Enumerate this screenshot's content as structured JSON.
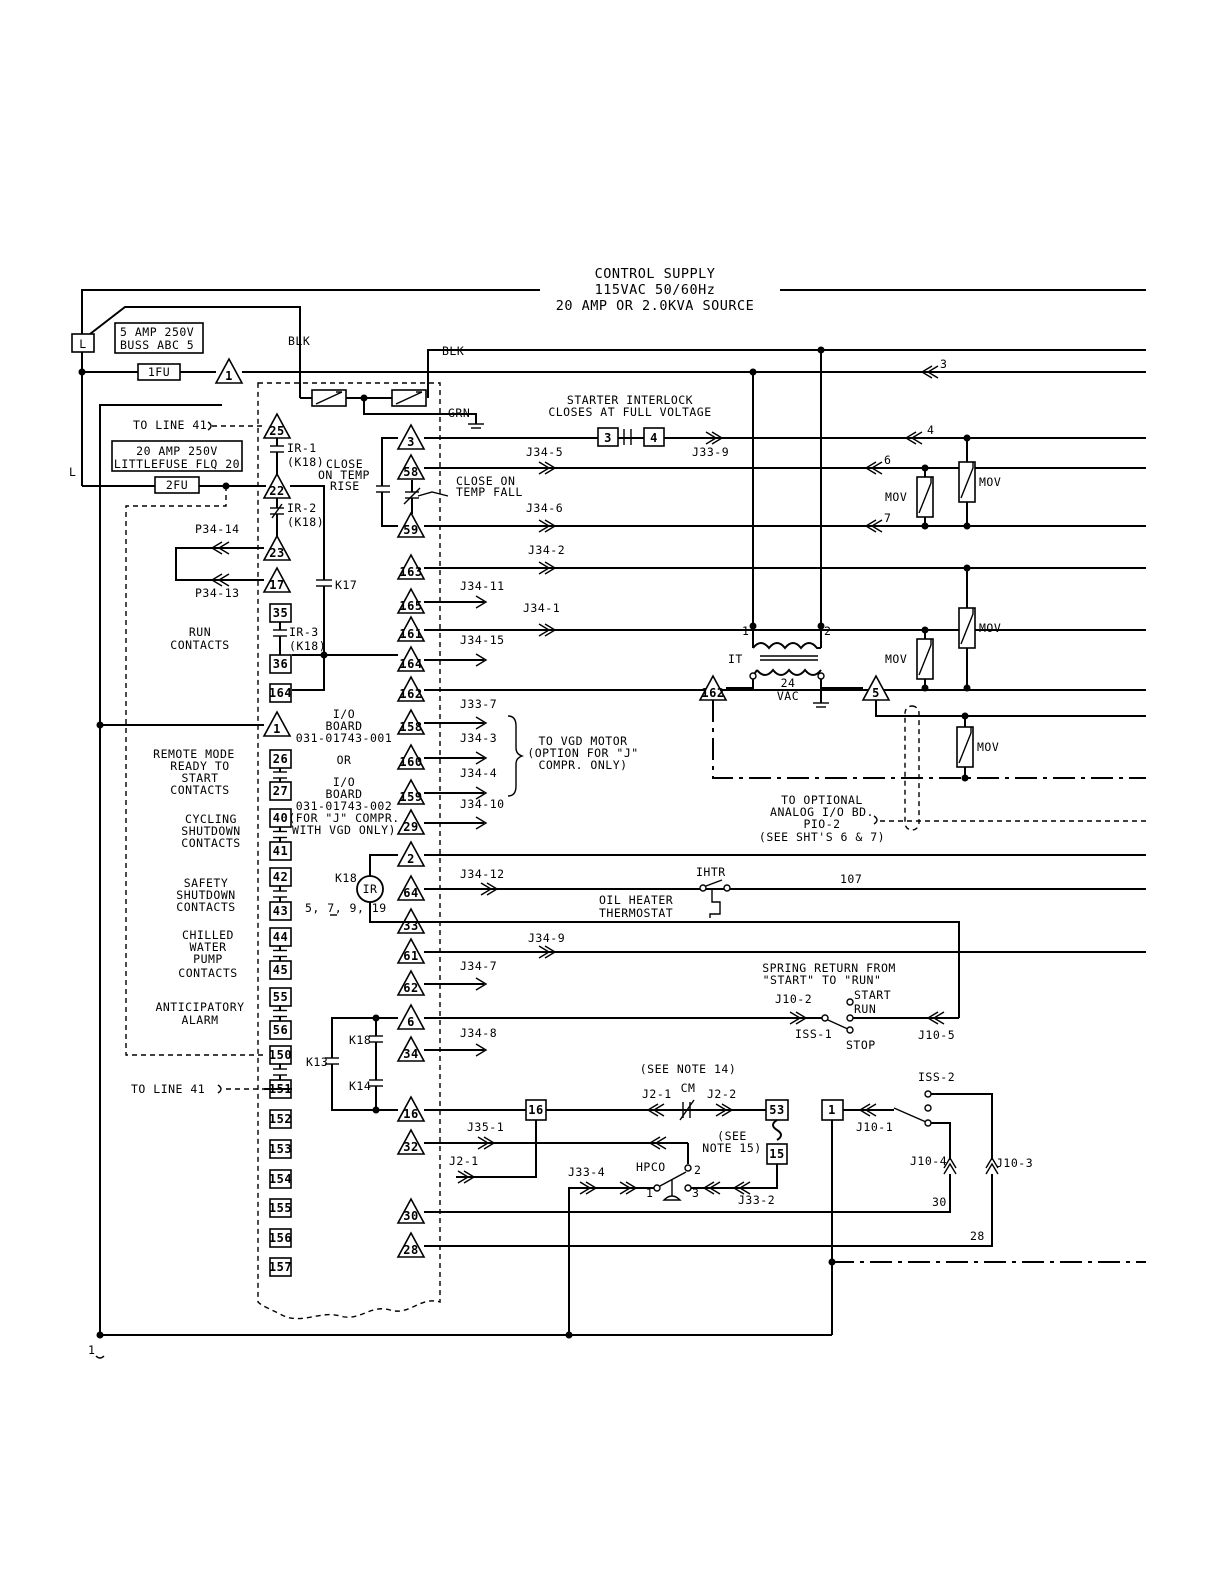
{
  "title": {
    "line1": "CONTROL SUPPLY",
    "line2": "115VAC 50/60Hz",
    "line3": "20 AMP OR 2.0KVA SOURCE"
  },
  "fuses": {
    "f1_rating_1": "5 AMP 250V",
    "f1_rating_2": "BUSS ABC 5",
    "f1_label": "1FU",
    "f2_rating_1": "20 AMP 250V",
    "f2_rating_2": "LITTLEFUSE FLQ 20",
    "f2_label": "2FU"
  },
  "labels": {
    "L_box": "L",
    "L_side": "L",
    "blk_1": "BLK",
    "blk_2": "BLK",
    "grn": "GRN",
    "to_line_41_a": "TO LINE 41",
    "to_line_41_b": "TO LINE 41",
    "p34_14": "P34-14",
    "p34_13": "P34-13",
    "ir1_a": "IR-1",
    "ir1_b": "(K18)",
    "ir2_a": "IR-2",
    "ir2_b": "(K18)",
    "ir3_a": "IR-3",
    "ir3_b": "(K18)",
    "k17": "K17",
    "k13": "K13",
    "k18_a": "K18",
    "k14": "K14",
    "k18_coil": "K18",
    "ir_coil": "IR",
    "k18_sheets": "5, 7, 9, 19",
    "close_on_temp_rise_1": "CLOSE",
    "close_on_temp_rise_2": "ON TEMP",
    "close_on_temp_rise_3": "RISE",
    "close_on_temp_fall_1": "CLOSE ON",
    "close_on_temp_fall_2": "TEMP FALL",
    "starter_interlock_1": "STARTER INTERLOCK",
    "starter_interlock_2": "CLOSES AT FULL VOLTAGE",
    "run_contacts_1": "RUN",
    "run_contacts_2": "CONTACTS",
    "remote_mode_1": "REMOTE MODE",
    "remote_mode_2": "READY TO",
    "remote_mode_3": "START",
    "remote_mode_4": "CONTACTS",
    "cycling_1": "CYCLING",
    "cycling_2": "SHUTDOWN",
    "cycling_3": "CONTACTS",
    "safety_1": "SAFETY",
    "safety_2": "SHUTDOWN",
    "safety_3": "CONTACTS",
    "chilled_1": "CHILLED",
    "chilled_2": "WATER",
    "chilled_3": "PUMP",
    "chilled_4": "CONTACTS",
    "anticip_1": "ANTICIPATORY",
    "anticip_2": "ALARM",
    "io_board_1": "I/O",
    "io_board_2": "BOARD",
    "io_board_3": "031-01743-001",
    "io_or": "OR",
    "io_board_4": "I/O",
    "io_board_5": "BOARD",
    "io_board_6": "031-01743-002",
    "io_board_7": "(FOR \"J\" COMPR.",
    "io_board_8": "WITH VGD ONLY)",
    "vgd_1": "TO VGD MOTOR",
    "vgd_2": "(OPTION FOR \"J\"",
    "vgd_3": "COMPR. ONLY)",
    "analog_1": "TO OPTIONAL",
    "analog_2": "ANALOG I/O BD.",
    "analog_3": "PIO-2",
    "analog_4": "(SEE SHT'S 6 & 7)",
    "it": "IT",
    "it_1": "1",
    "it_2": "2",
    "vac_1": "24",
    "vac_2": "VAC",
    "mov": "MOV",
    "ihtr": "IHTR",
    "wire_107": "107",
    "oil_heater_1": "OIL HEATER",
    "oil_heater_2": "THERMOSTAT",
    "spring_1": "SPRING RETURN FROM",
    "spring_2": "\"START\" TO \"RUN\"",
    "start": "START",
    "run": "RUN",
    "stop": "STOP",
    "iss1": "ISS-1",
    "iss2": "ISS-2",
    "see_note_14": "(SEE NOTE 14)",
    "cm": "CM",
    "see_note_15_1": "(SEE",
    "see_note_15_2": "NOTE 15)",
    "hpco": "HPCO",
    "hpco_1": "1",
    "hpco_2": "2",
    "hpco_3": "3",
    "wire_30": "30",
    "wire_28": "28",
    "wire_3": "3",
    "wire_4": "4",
    "wire_6": "6",
    "wire_7": "7",
    "bottom_1": "1"
  },
  "connectors": {
    "j34_5": "J34-5",
    "j33_9": "J33-9",
    "j34_6": "J34-6",
    "j34_2": "J34-2",
    "j34_11": "J34-11",
    "j34_1": "J34-1",
    "j34_15": "J34-15",
    "j33_7": "J33-7",
    "j34_3": "J34-3",
    "j34_4": "J34-4",
    "j34_10": "J34-10",
    "j34_12": "J34-12",
    "j34_9": "J34-9",
    "j34_7": "J34-7",
    "j34_8": "J34-8",
    "j10_2": "J10-2",
    "j10_5": "J10-5",
    "j10_1": "J10-1",
    "j10_4": "J10-4",
    "j10_3": "J10-3",
    "j2_1_a": "J2-1",
    "j2_2": "J2-2",
    "j35_1": "J35-1",
    "j2_1_b": "J2-1",
    "j33_4": "J33-4",
    "j33_2": "J33-2"
  },
  "terminals_left": {
    "t25": "25",
    "t22": "22",
    "t23": "23",
    "t17": "17",
    "t35": "35",
    "t36": "36",
    "t164": "164",
    "t1": "1",
    "t26": "26",
    "t27": "27",
    "t40": "40",
    "t41": "41",
    "t42": "42",
    "t43": "43",
    "t44": "44",
    "t45": "45",
    "t55": "55",
    "t56": "56",
    "t150": "150",
    "t151": "151",
    "t152": "152",
    "t153": "153",
    "t154": "154",
    "t155": "155",
    "t156": "156",
    "t157": "157"
  },
  "terminals_right": {
    "t3": "3",
    "t58": "58",
    "t59": "59",
    "t163": "163",
    "t165": "165",
    "t161": "161",
    "t164": "164",
    "t162": "162",
    "t158": "158",
    "t160": "160",
    "t159": "159",
    "t29": "29",
    "t2": "2",
    "t64": "64",
    "t33": "33",
    "t61": "61",
    "t62": "62",
    "t6": "6",
    "t34": "34",
    "t16": "16",
    "t32": "32",
    "t30": "30",
    "t28": "28"
  },
  "misc_terminals": {
    "top_1": "1",
    "tr_162": "162",
    "tr_5": "5",
    "si_3": "3",
    "si_4": "4",
    "b16": "16",
    "b53": "53",
    "b15": "15",
    "b1": "1"
  }
}
